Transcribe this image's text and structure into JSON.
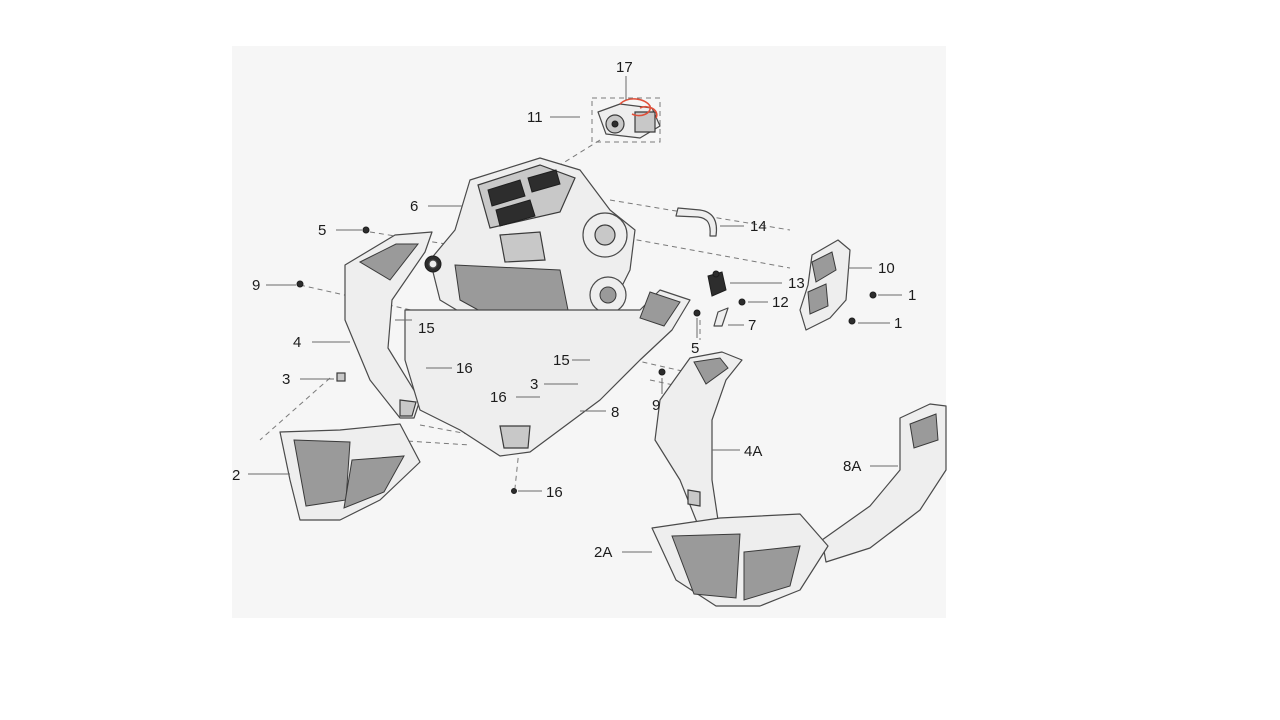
{
  "callouts": {
    "c17": "17",
    "c11": "11",
    "c6": "6",
    "c14": "14",
    "c5a": "5",
    "c10": "10",
    "c9a": "9",
    "c13": "13",
    "c1a": "1",
    "c12": "12",
    "c15a": "15",
    "c7": "7",
    "c1b": "1",
    "c4": "4",
    "c5b": "5",
    "c16a": "16",
    "c3a": "3",
    "c15b": "15",
    "c3b": "3",
    "c16b": "16",
    "c9b": "9",
    "c8": "8",
    "c4A": "4A",
    "c8A": "8A",
    "c2": "2",
    "c16c": "16",
    "c2A": "2A"
  },
  "colors": {
    "highlight": "#e0503a",
    "ink": "#1c1c1c"
  }
}
